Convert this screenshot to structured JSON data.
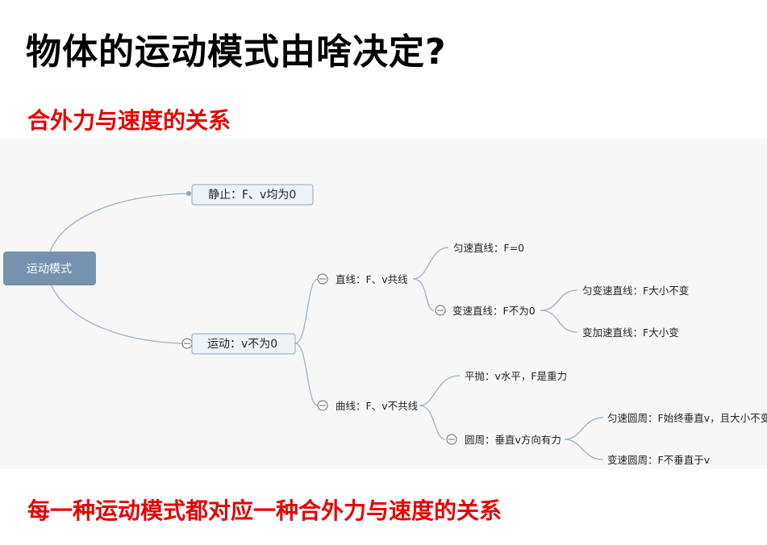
{
  "title": "物体的运动模式由啥决定?",
  "subtitle": "合外力与速度的关系",
  "footer": "每一种运动模式都对应一种合外力与速度的关系",
  "mindmap": {
    "root": "运动模式",
    "rest": "静止：F、v均为0",
    "motion": "运动：v不为0",
    "straight": "直线：F、v共线",
    "uniform_straight": "匀速直线：F=0",
    "variable_straight": "变速直线：F不为0",
    "uniform_accel_straight": "匀变速直线：F大小不变",
    "variable_accel_straight": "变加速直线：F大小变",
    "curve": "曲线：F、v不共线",
    "projectile": "平抛：v水平，F是重力",
    "circular": "圆周：垂直v方向有力",
    "uniform_circular": "匀速圆周：F始终垂直v，且大小不变",
    "variable_circular": "变速圆周：F不垂直于v"
  },
  "colors": {
    "accent_red": "#e60000",
    "root_fill": "#7692ae",
    "box_fill": "#eef3f8",
    "connector": "#9fb0c2"
  }
}
